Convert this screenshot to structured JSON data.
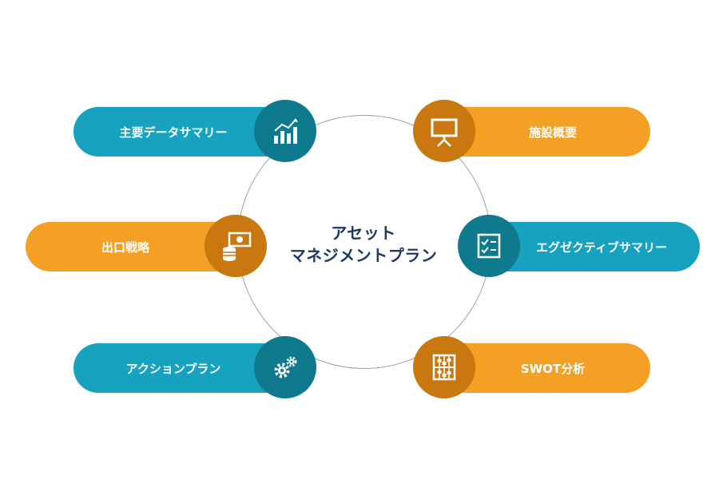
{
  "center": {
    "line1": "アセット",
    "line2": "マネジメントプラン"
  },
  "items": [
    {
      "label": "主要データサマリー",
      "icon": "bar-chart-icon",
      "color": "#17a2bf"
    },
    {
      "label": "施設概要",
      "icon": "presentation-board-icon",
      "color": "#f3a024"
    },
    {
      "label": "出口戦略",
      "icon": "money-coins-icon",
      "color": "#f3a024"
    },
    {
      "label": "エグゼクティブサマリー",
      "icon": "checklist-icon",
      "color": "#17a2bf"
    },
    {
      "label": "アクションプラン",
      "icon": "gears-icon",
      "color": "#17a2bf"
    },
    {
      "label": "SWOT分析",
      "icon": "abacus-icon",
      "color": "#f3a024"
    }
  ],
  "colors": {
    "teal": "#17a2bf",
    "teal_dark": "#0f7a8e",
    "orange": "#f3a024",
    "orange_dark": "#c9770f",
    "title": "#1f3864"
  }
}
